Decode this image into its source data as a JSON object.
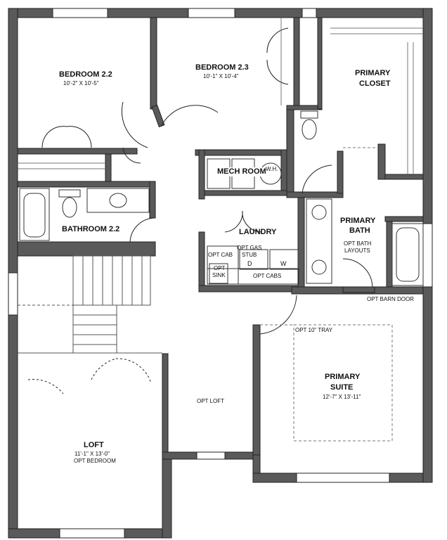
{
  "rooms": {
    "bedroom_22": {
      "name": "BEDROOM 2.2",
      "size": "10'-2\" X 10'-5\""
    },
    "bedroom_23": {
      "name": "BEDROOM 2.3",
      "size": "10'-1\" X 10'-4\""
    },
    "primary_closet": {
      "line1": "PRIMARY",
      "line2": "CLOSET"
    },
    "mech_room": {
      "name": "MECH ROOM",
      "wh": "W.H."
    },
    "bathroom_22": {
      "name": "BATHROOM 2.2"
    },
    "laundry": {
      "name": "LAUNDRY"
    },
    "primary_bath": {
      "line1": "PRIMARY",
      "line2": "BATH",
      "opt1": "OPT BATH",
      "opt2": "LAYOUTS"
    },
    "primary_suite": {
      "line1": "PRIMARY",
      "line2": "SUITE",
      "size": "12'-7\" X 13'-11\""
    },
    "loft": {
      "name": "LOFT",
      "size": "11'-1\" X 13'-0\"",
      "opt": "OPT BEDROOM"
    },
    "opt_loft": {
      "name": "OPT LOFT"
    }
  },
  "laundry_labels": {
    "opt_cab": "OPT CAB",
    "opt_gas1": "OPT GAS",
    "opt_gas2": "STUB",
    "d": "D",
    "w": "W",
    "opt_sink1": "OPT",
    "opt_sink2": "SINK",
    "opt_cabs": "OPT CABS"
  },
  "notes": {
    "opt_barn_door": "OPT BARN DOOR",
    "opt_tray": "OPT 10\" TRAY"
  },
  "colors": {
    "wall": "#5a5a5a",
    "line": "#222222",
    "light": "#888888"
  }
}
